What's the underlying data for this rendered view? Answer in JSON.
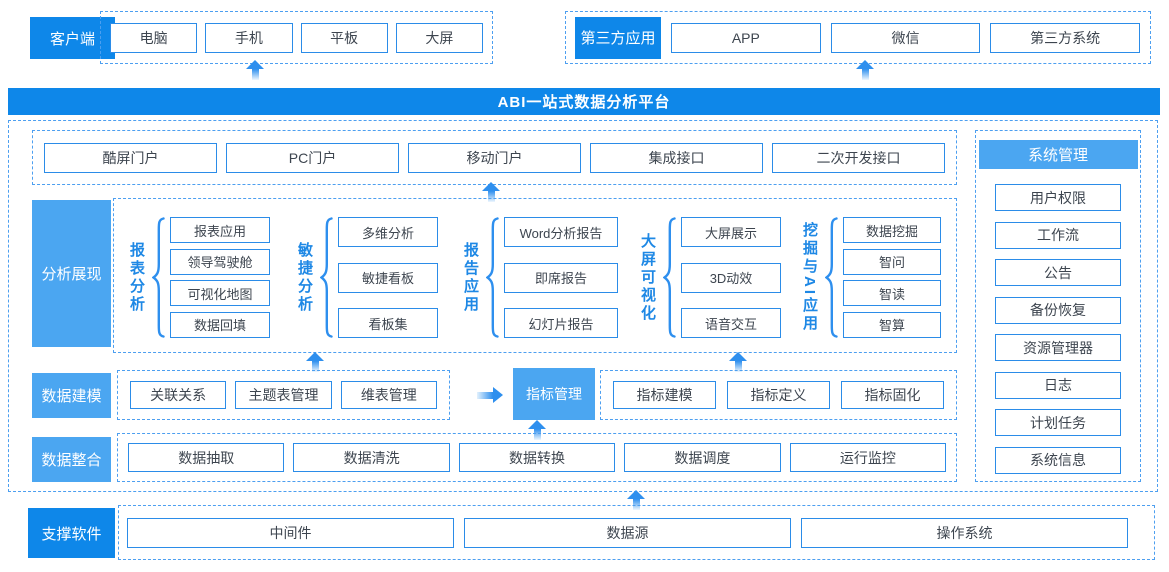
{
  "colors": {
    "primary": "#0E87E9",
    "light_blue": "#4BA6F1",
    "box_border": "#2B8CE8",
    "dashed_border": "#4D9FF0",
    "group_label": "#1E88E5",
    "arrow": "#2E8FEE",
    "box_text": "#3D454F"
  },
  "icons": {
    "up_arrow": "▲",
    "right_arrow": "►",
    "curly_brace": "{"
  },
  "top": {
    "client": {
      "label": "客户端",
      "items": [
        "电脑",
        "手机",
        "平板",
        "大屏"
      ]
    },
    "third_party": {
      "label": "第三方应用",
      "items": [
        "APP",
        "微信",
        "第三方系统"
      ]
    }
  },
  "banner": {
    "title": "ABI一站式数据分析平台"
  },
  "portals": {
    "items": [
      "酷屏门户",
      "PC门户",
      "移动门户",
      "集成接口",
      "二次开发接口"
    ]
  },
  "analysis": {
    "label": "分析展现",
    "groups": [
      {
        "name": "报表分析",
        "items": [
          "报表应用",
          "领导驾驶舱",
          "可视化地图",
          "数据回填"
        ]
      },
      {
        "name": "敏捷分析",
        "items": [
          "多维分析",
          "敏捷看板",
          "看板集"
        ]
      },
      {
        "name": "报告应用",
        "items": [
          "Word分析报告",
          "即席报告",
          "幻灯片报告"
        ]
      },
      {
        "name": "大屏可视化",
        "items": [
          "大屏展示",
          "3D动效",
          "语音交互"
        ]
      },
      {
        "name": "挖掘与AI应用",
        "items": [
          "数据挖掘",
          "智问",
          "智读",
          "智算"
        ]
      }
    ]
  },
  "modeling": {
    "label": "数据建模",
    "items": [
      "关联关系",
      "主题表管理",
      "维表管理"
    ],
    "indicator": "指标管理",
    "indicator_items": [
      "指标建模",
      "指标定义",
      "指标固化"
    ]
  },
  "integration": {
    "label": "数据整合",
    "items": [
      "数据抽取",
      "数据清洗",
      "数据转换",
      "数据调度",
      "运行监控"
    ]
  },
  "sysmgmt": {
    "label": "系统管理",
    "items": [
      "用户权限",
      "工作流",
      "公告",
      "备份恢复",
      "资源管理器",
      "日志",
      "计划任务",
      "系统信息"
    ]
  },
  "support": {
    "label": "支撑软件",
    "items": [
      "中间件",
      "数据源",
      "操作系统"
    ]
  }
}
